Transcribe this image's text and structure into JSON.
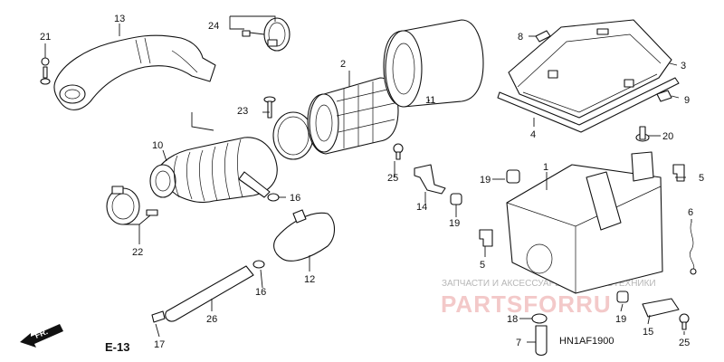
{
  "diagram_code": "HN1AF1900",
  "reference": "E-13",
  "front_marker": "FR.",
  "watermark": {
    "caption": "ЗАПЧАСТИ И АКСЕССУАРЫ ДЛЯ МОТОТЕХНИКИ",
    "brand": "PARTSFORRU"
  },
  "labels": {
    "p1": "1",
    "p2": "2",
    "p3": "3",
    "p4": "4",
    "p5a": "5",
    "p5b": "5",
    "p6": "6",
    "p7": "7",
    "p8": "8",
    "p9": "9",
    "p10": "10",
    "p11": "11",
    "p12": "12",
    "p13": "13",
    "p14": "14",
    "p15": "15",
    "p16a": "16",
    "p16b": "16",
    "p17": "17",
    "p18": "18",
    "p19a": "19",
    "p19b": "19",
    "p19c": "19",
    "p20": "20",
    "p21": "21",
    "p22": "22",
    "p23": "23",
    "p24": "24",
    "p25a": "25",
    "p25b": "25",
    "p26": "26"
  }
}
